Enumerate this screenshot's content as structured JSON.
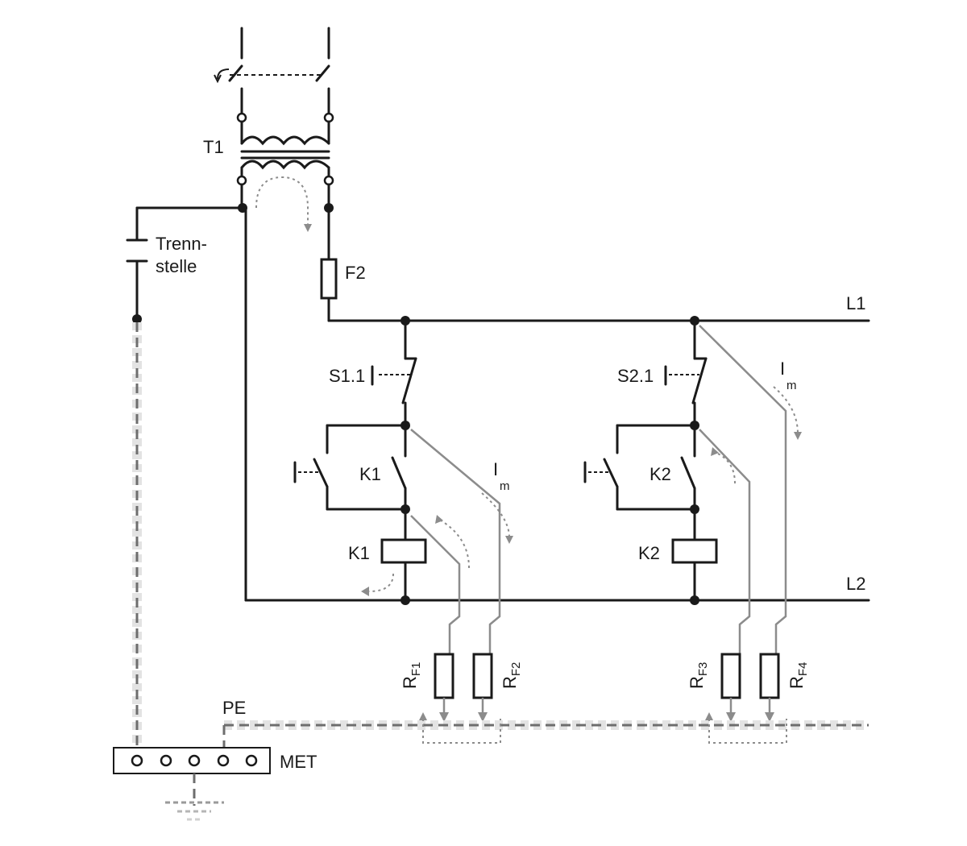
{
  "labels": {
    "transformer": "T1",
    "isolation_point_line1": "Trenn-",
    "isolation_point_line2": "stelle",
    "fuse": "F2",
    "line1": "L1",
    "line2": "L2",
    "switch1": "S1.1",
    "switch2": "S2.1",
    "contactor1_contact": "K1",
    "contactor1_coil": "K1",
    "contactor2_contact": "K2",
    "contactor2_coil": "K2",
    "fault_current_1": "I",
    "fault_current_1_sub": "m",
    "fault_current_2": "I",
    "fault_current_2_sub": "m",
    "protective_earth": "PE",
    "main_earthing_terminal": "MET",
    "rf1": "R",
    "rf1_sub": "F1",
    "rf2": "R",
    "rf2_sub": "F2",
    "rf3": "R",
    "rf3_sub": "F3",
    "rf4": "R",
    "rf4_sub": "F4"
  },
  "colors": {
    "wire": "#1a1a1a",
    "fault_path": "#8c8c8c",
    "protective_earth": "#6e6e6e"
  }
}
